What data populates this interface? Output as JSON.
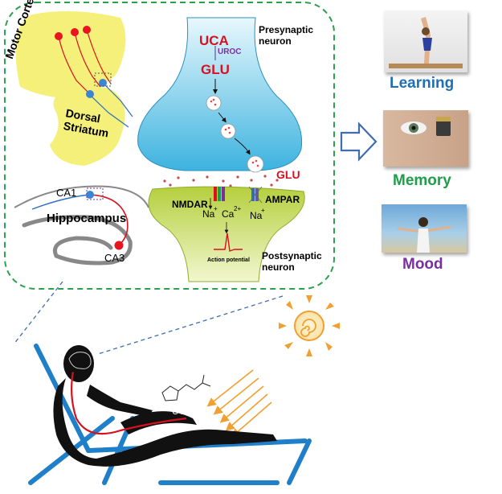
{
  "panel": {
    "motor_cortex": "Motor Cortex",
    "dorsal_striatum": "Dorsal Striatum",
    "ca1": "CA1",
    "hippocampus": "Hippocampus",
    "ca3": "CA3",
    "uca_pre": "UCA",
    "uroc": "UROC",
    "glu_pre": "GLU",
    "presynaptic": "Presynaptic neuron",
    "glu_cleft": "GLU",
    "nmdar": "NMDAR",
    "na1": "Na",
    "plus1": "+",
    "ca": "Ca",
    "ca_charge": "2+",
    "ampar": "AMPAR",
    "na2": "Na",
    "plus2": "+",
    "action_potential": "Action potential",
    "postsynaptic": "Postsynaptic neuron"
  },
  "outcomes": {
    "learning": "Learning",
    "memory": "Memory",
    "mood": "Mood"
  },
  "body": {
    "uca": "UCA"
  },
  "colors": {
    "panel_border": "#2e9e4f",
    "yellow_region": "#f5f07a",
    "presynaptic_fill": "#5bc6e8",
    "postsynaptic_fill": "#c8dc64",
    "red_label": "#d8101f",
    "purple_label": "#7a2fa0",
    "learning": "#1f6fb5",
    "memory": "#1f9e4a",
    "mood": "#7a2fa0",
    "sun": "#f0a030",
    "chair": "#1f7fc8"
  }
}
